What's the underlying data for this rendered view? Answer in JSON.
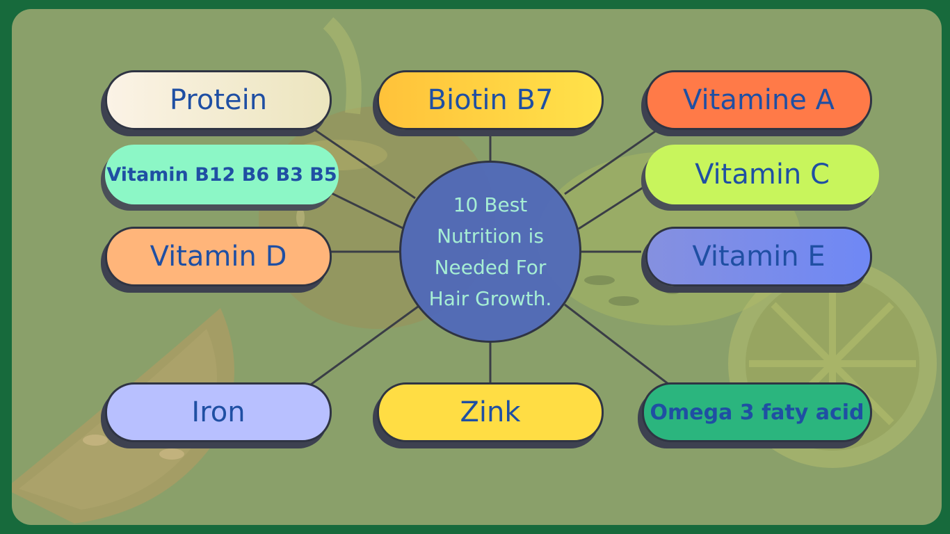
{
  "diagram": {
    "center_text": "10 Best Nutrition is Needed For Hair Growth.",
    "nodes": [
      {
        "id": "protein",
        "label": "Protein",
        "color": "#f7eed8"
      },
      {
        "id": "biotin-b7",
        "label": "Biotin B7",
        "color": "#ffdd44"
      },
      {
        "id": "vitamine-a",
        "label": "Vitamine A",
        "color": "#ff7a48"
      },
      {
        "id": "vitamin-b12-b6-b3-b5",
        "label": "Vitamin B12 B6 B3 B5",
        "color": "#8cf7c6"
      },
      {
        "id": "vitamin-c",
        "label": "Vitamin C",
        "color": "#c8f55c"
      },
      {
        "id": "vitamin-d",
        "label": "Vitamin D",
        "color": "#ffb57a"
      },
      {
        "id": "vitamin-e",
        "label": "Vitamin E",
        "color": "#7a8ee6"
      },
      {
        "id": "iron",
        "label": "Iron",
        "color": "#b8c0ff"
      },
      {
        "id": "zink",
        "label": "Zink",
        "color": "#ffdd44"
      },
      {
        "id": "omega-3-faty-acid",
        "label": "Omega 3 faty acid",
        "color": "#2bb57e"
      }
    ]
  },
  "colors": {
    "background": "#176a3c",
    "panel": "#8aa06a",
    "text": "#1f4fa3",
    "center_fill": "#4d66be",
    "center_text": "#a6eed4",
    "outline": "#2f3443"
  }
}
